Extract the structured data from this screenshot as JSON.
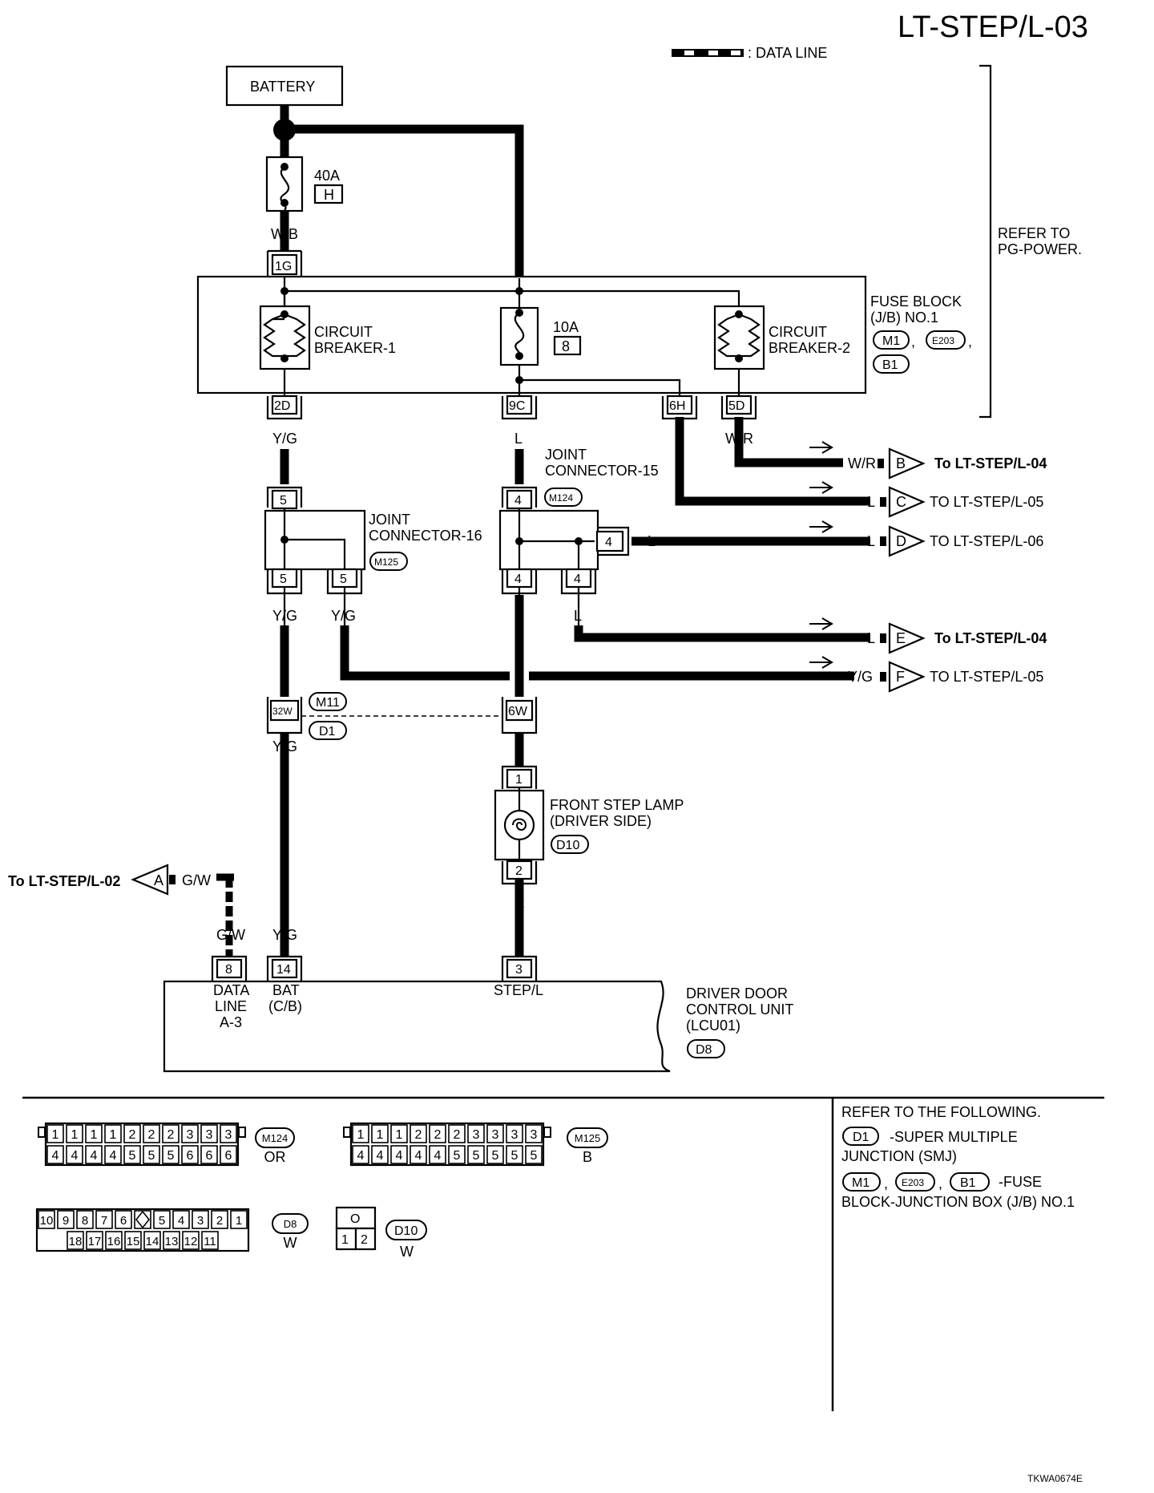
{
  "page_title": "LT-STEP/L-03",
  "legend_data_line": ": DATA LINE",
  "battery": "BATTERY",
  "fuse_40a": {
    "rating": "40A",
    "letter": "H"
  },
  "fuse_10a": {
    "rating": "10A",
    "number": "8"
  },
  "refer_to": [
    "REFER TO",
    "PG-POWER."
  ],
  "fuse_block": {
    "lines": [
      "FUSE BLOCK",
      "(J/B) NO.1"
    ],
    "connectors": [
      "M1",
      "E203",
      "B1"
    ]
  },
  "circuit_breaker_1": [
    "CIRCUIT",
    "BREAKER-1"
  ],
  "circuit_breaker_2": [
    "CIRCUIT",
    "BREAKER-2"
  ],
  "terminals": {
    "t1g": "1G",
    "t2d": "2D",
    "t9c": "9C",
    "t6h": "6H",
    "t5d": "5D",
    "jc16_in": "5",
    "jc16_out1": "5",
    "jc16_out2": "5",
    "jc15_in": "4",
    "jc15_side": "4",
    "jc15_out1": "4",
    "jc15_out2": "4",
    "t32w": "32W",
    "t6w": "6W",
    "lamp_1": "1",
    "lamp_2": "2",
    "dcu_8": "8",
    "dcu_14": "14",
    "dcu_3": "3"
  },
  "wires": {
    "wb": "W/B",
    "yg_1": "Y/G",
    "l_1": "L",
    "l_2": "L",
    "wr": "W/R",
    "yg_2": "Y/G",
    "yg_3": "Y/G",
    "l_3": "L",
    "l_4": "L",
    "yg_4": "Y/G",
    "l_5": "L",
    "r": "R",
    "gw_1": "G/W",
    "gw_2": "G/W",
    "yg_5": "Y/G",
    "l_side": "L"
  },
  "joint_connector_15": {
    "lines": [
      "JOINT",
      "CONNECTOR-15"
    ],
    "code": "M124"
  },
  "joint_connector_16": {
    "lines": [
      "JOINT",
      "CONNECTOR-16"
    ],
    "code": "M125"
  },
  "harness_codes": [
    "M11",
    "D1"
  ],
  "outputs": [
    {
      "wire": "W/R",
      "letter": "B",
      "dest": "To LT-STEP/L-04"
    },
    {
      "wire": "L",
      "letter": "C",
      "dest": "TO LT-STEP/L-05"
    },
    {
      "wire": "L",
      "letter": "D",
      "dest": "TO LT-STEP/L-06"
    },
    {
      "wire": "L",
      "letter": "E",
      "dest": "To LT-STEP/L-04"
    },
    {
      "wire": "Y/G",
      "letter": "F",
      "dest": "TO LT-STEP/L-05"
    }
  ],
  "input_a": {
    "dest": "To LT-STEP/L-02",
    "letter": "A",
    "wire": "G/W"
  },
  "front_step_lamp": {
    "lines": [
      "FRONT STEP LAMP",
      "(DRIVER SIDE)"
    ],
    "code": "D10"
  },
  "driver_door_unit": {
    "lines": [
      "DRIVER DOOR",
      "CONTROL UNIT",
      "(LCU01)"
    ],
    "code": "D8"
  },
  "dcu_pins": {
    "data_line": [
      "DATA",
      "LINE",
      "A-3"
    ],
    "bat": [
      "BAT",
      "(C/B)"
    ],
    "step": [
      "STEP/L"
    ]
  },
  "connector_views": {
    "m124": {
      "code": "M124",
      "color": "OR",
      "top": [
        "1",
        "1",
        "1",
        "1",
        "2",
        "2",
        "2",
        "3",
        "3",
        "3"
      ],
      "bottom": [
        "4",
        "4",
        "4",
        "4",
        "5",
        "5",
        "5",
        "6",
        "6",
        "6"
      ]
    },
    "m125": {
      "code": "M125",
      "color": "B",
      "top": [
        "1",
        "1",
        "1",
        "2",
        "2",
        "2",
        "3",
        "3",
        "3",
        "3"
      ],
      "bottom": [
        "4",
        "4",
        "4",
        "4",
        "4",
        "5",
        "5",
        "5",
        "5",
        "5"
      ]
    },
    "d8": {
      "code": "D8",
      "color": "W",
      "top": [
        "10",
        "9",
        "8",
        "7",
        "6",
        "",
        "5",
        "4",
        "3",
        "2",
        "1"
      ],
      "bottom": [
        "18",
        "17",
        "16",
        "15",
        "14",
        "13",
        "12",
        "11"
      ]
    },
    "d10": {
      "code": "D10",
      "color": "W",
      "top": [
        "O"
      ],
      "bottom": [
        "1",
        "2"
      ]
    }
  },
  "refer_following": {
    "heading": "REFER TO THE FOLLOWING.",
    "d1_code": "D1",
    "d1_text": [
      "-SUPER MULTIPLE",
      "JUNCTION (SMJ)"
    ],
    "fb_codes": [
      "M1",
      "E203",
      "B1"
    ],
    "fb_text": [
      "-FUSE",
      "BLOCK-JUNCTION BOX (J/B) NO.1"
    ]
  },
  "figure_code": "TKWA0674E"
}
